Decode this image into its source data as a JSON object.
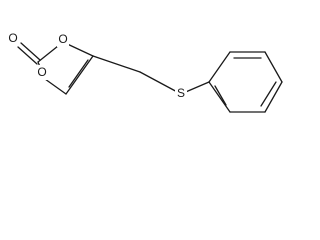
{
  "structure": {
    "atoms": {
      "carbonyl_o": "O",
      "ring_o_top": "O",
      "ring_o_bottom": "O",
      "sulfur": "S"
    }
  }
}
